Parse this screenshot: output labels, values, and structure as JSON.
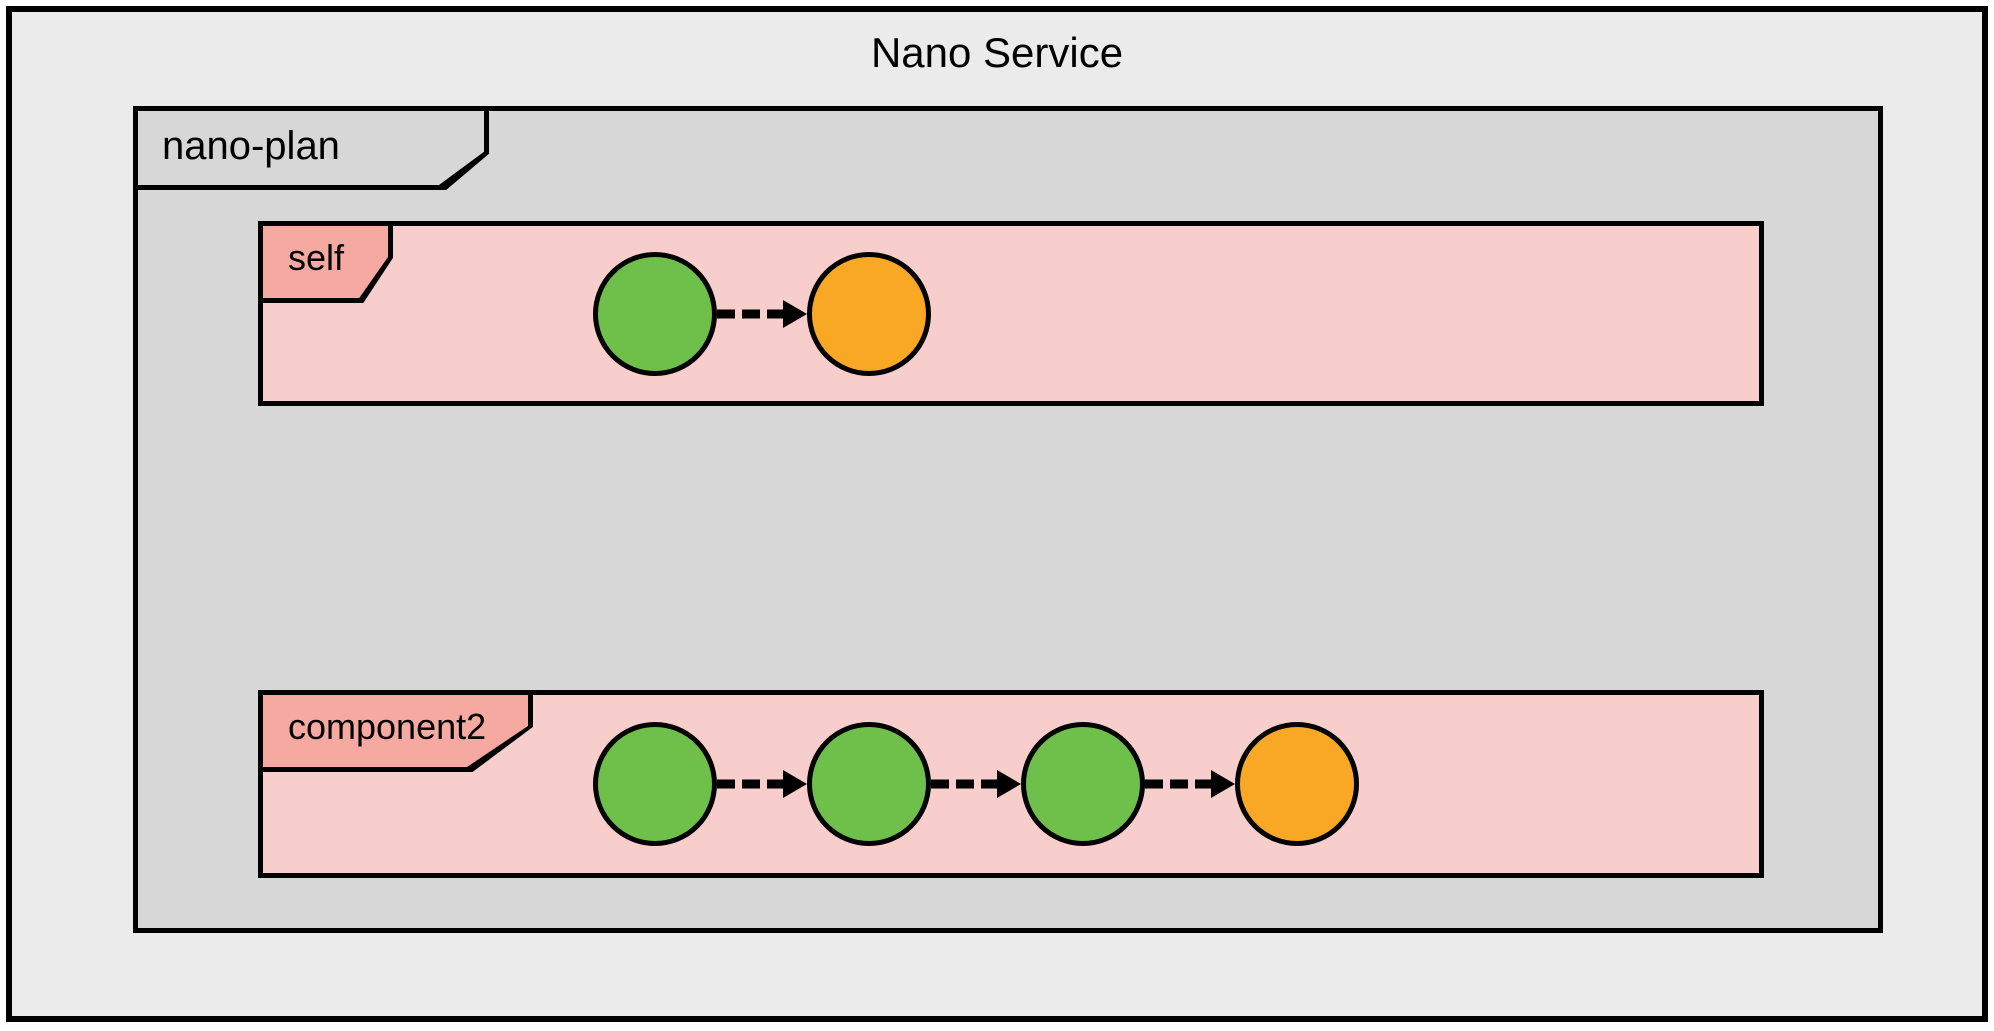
{
  "diagram": {
    "title": "Nano Service",
    "colors": {
      "page_background": "#ffffff",
      "service_background": "#ebebeb",
      "plan_background": "#d7d7d7",
      "lane_background": "#f8cecc",
      "lane_tab_background": "#f5a9a0",
      "node_green": "#6fbf4b",
      "node_orange": "#f9a826",
      "stroke": "#000000"
    },
    "plan": {
      "label": "nano-plan",
      "lanes": [
        {
          "label": "self",
          "nodes": [
            {
              "name": "self-node-1",
              "state": "green"
            },
            {
              "name": "self-node-2",
              "state": "orange"
            }
          ],
          "connectors": [
            {
              "name": "self-arrow-1",
              "style": "dashed",
              "direction": "right"
            }
          ]
        },
        {
          "label": "component2",
          "nodes": [
            {
              "name": "component2-node-1",
              "state": "green"
            },
            {
              "name": "component2-node-2",
              "state": "green"
            },
            {
              "name": "component2-node-3",
              "state": "green"
            },
            {
              "name": "component2-node-4",
              "state": "orange"
            }
          ],
          "connectors": [
            {
              "name": "component2-arrow-1",
              "style": "dashed",
              "direction": "right"
            },
            {
              "name": "component2-arrow-2",
              "style": "dashed",
              "direction": "right"
            },
            {
              "name": "component2-arrow-3",
              "style": "dashed",
              "direction": "right"
            }
          ]
        }
      ]
    }
  }
}
